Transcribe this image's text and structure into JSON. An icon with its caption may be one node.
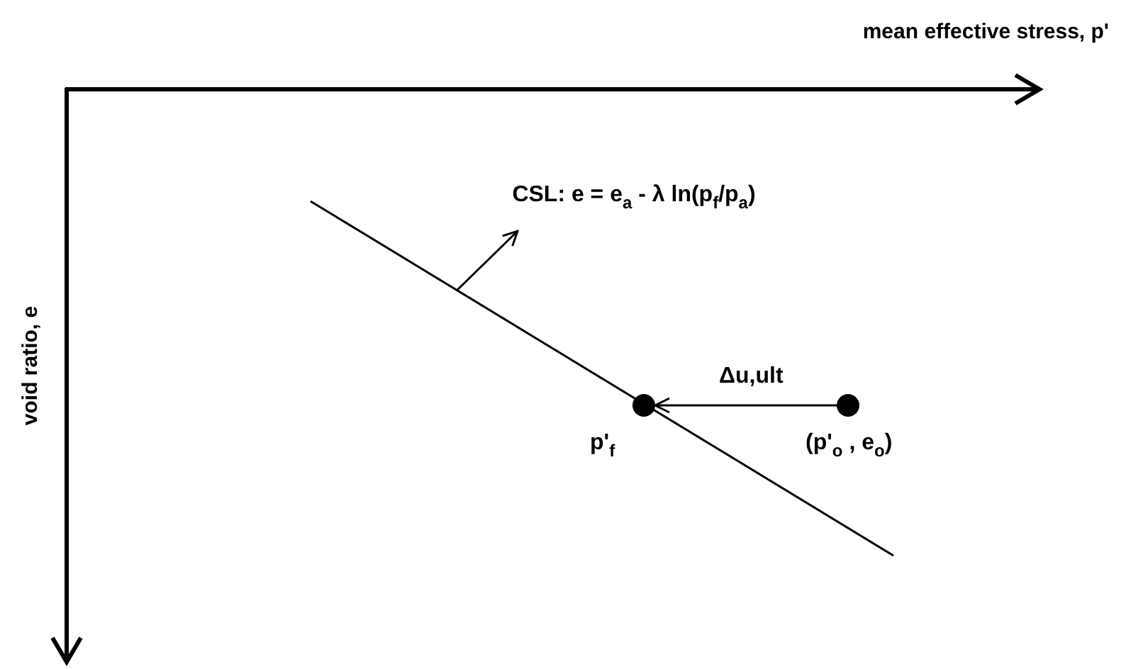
{
  "diagram": {
    "nodes": [
      {
        "text": [
          "CSL: e = e$_{a}$ - λ ln(p$_{f}$/p$_{a}$)"
        ]
      },
      {
        "text": [],
        "shape": "circle",
        "beside": [
          "p'$_{f}$"
        ]
      },
      {
        "text": [],
        "shape": "circle",
        "beside": [
          "(p'$_{o}$ , e$_{o}$)"
        ]
      }
    ],
    "edges": [
      {
        "from": null,
        "to": 0,
        "arrow": "to"
      },
      {
        "from": 2,
        "to": 1,
        "arrow": "to",
        "label": "Δu,ult"
      }
    ],
    "labels": [
      "mean effective stress, p'",
      "void ratio, e"
    ]
  }
}
